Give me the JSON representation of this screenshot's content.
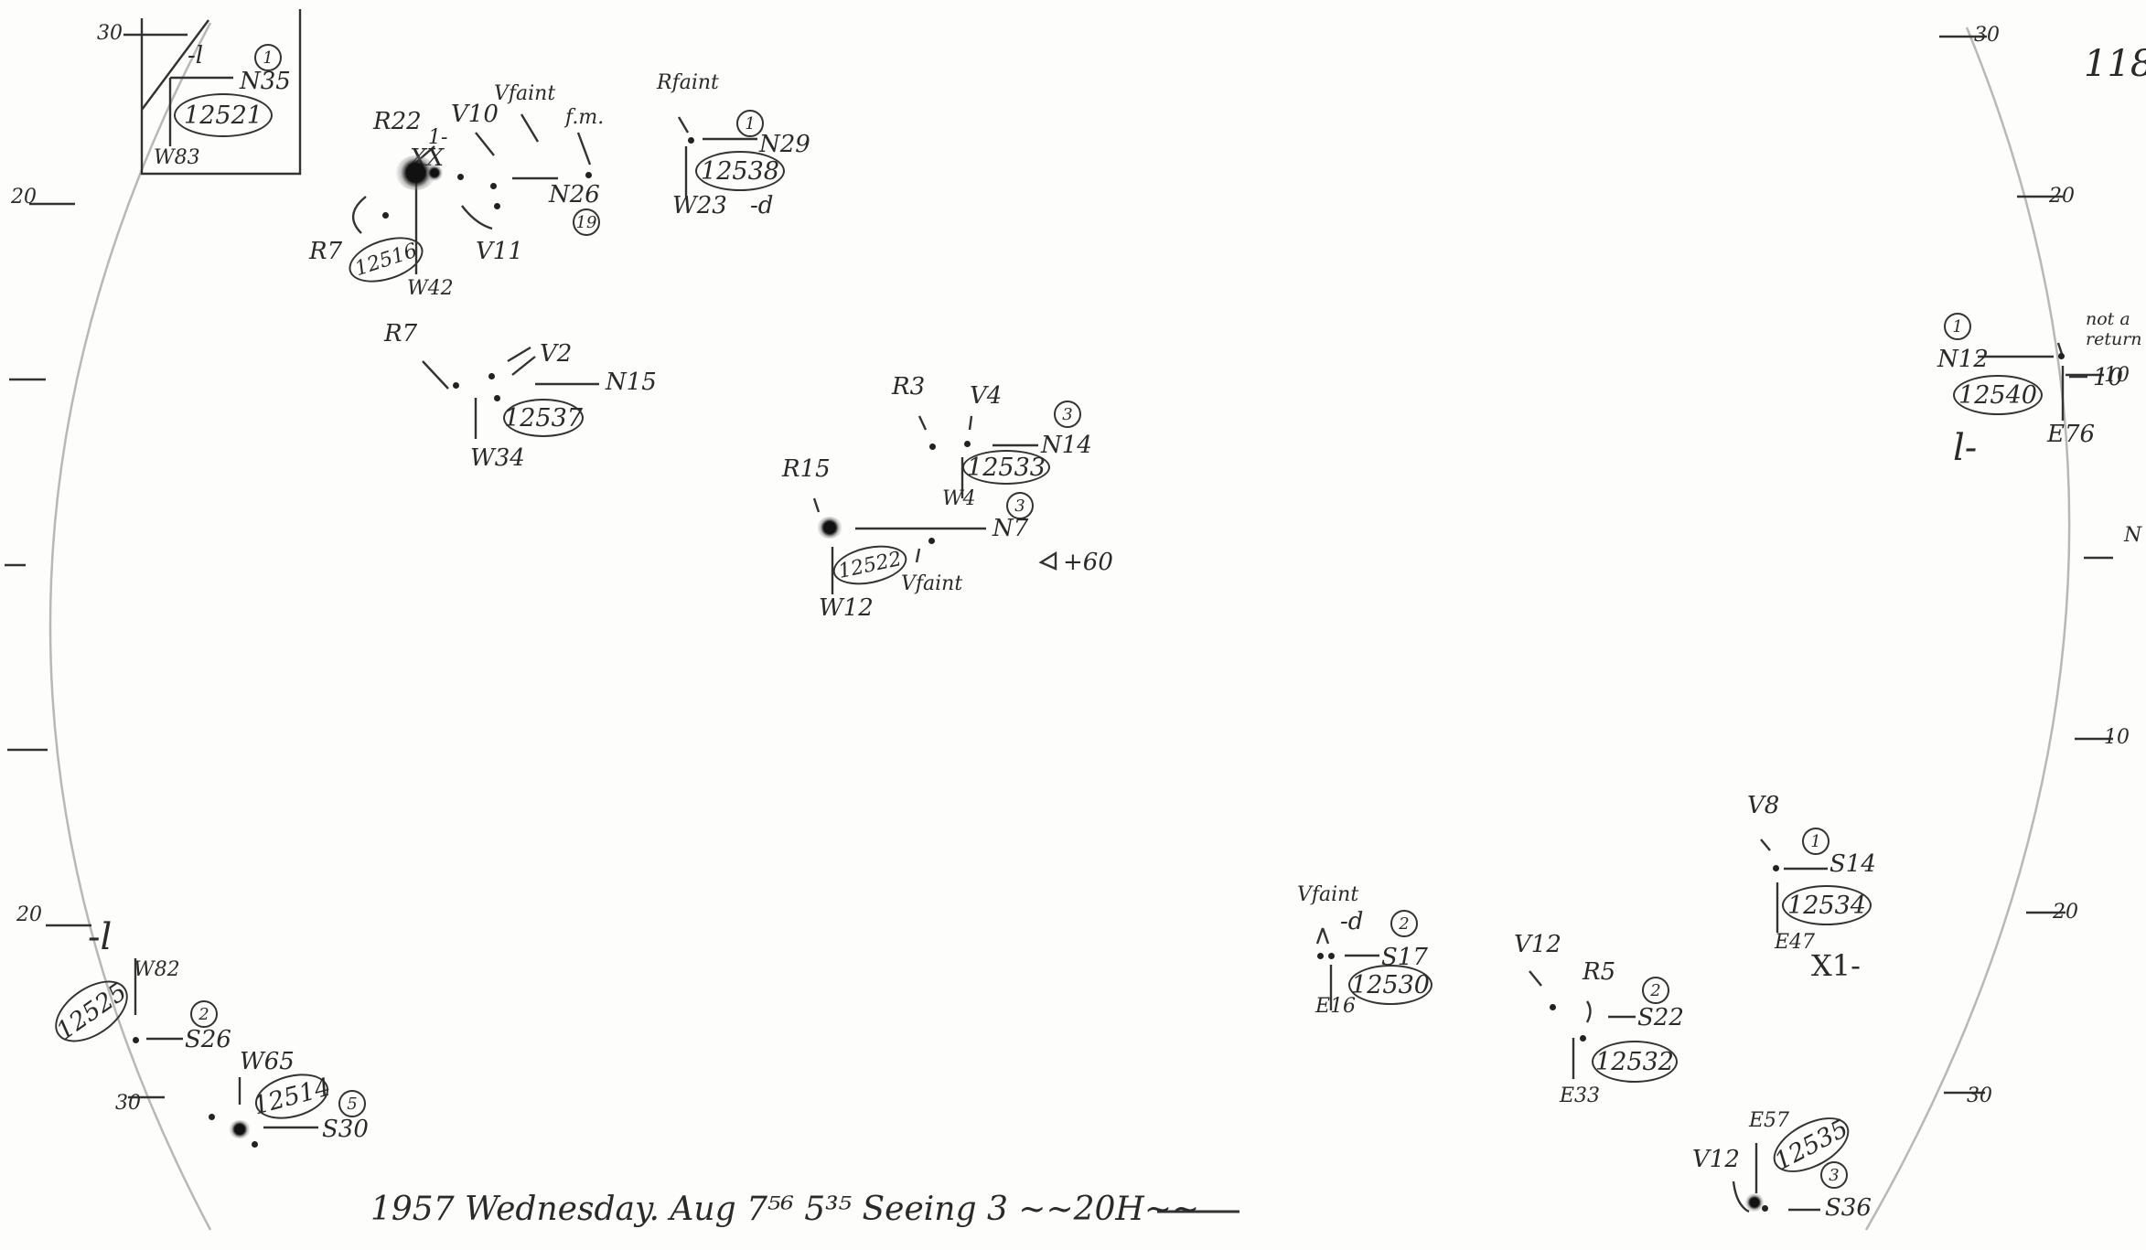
{
  "page_number": "118",
  "footer_note": "1957 Wednesday. Aug 7⁵⁶ 5³⁵ Seeing 3 ~~20H~~",
  "side_note": "not a return",
  "disk_marks": {
    "left": [
      "30",
      "20",
      "20",
      "30"
    ],
    "right": [
      "30",
      "20",
      "10",
      "N",
      "10",
      "20",
      "30"
    ]
  },
  "groups": [
    {
      "id": "12521",
      "class": "1",
      "lat": "N35",
      "lon": "W83",
      "note": "-l"
    },
    {
      "id": "12516",
      "class": "19",
      "lat": "N26",
      "lon": "W42",
      "labels": [
        "R22",
        "XX",
        "1-",
        "V10",
        "Vfaint",
        "f.m.",
        "R7",
        "V11"
      ]
    },
    {
      "id": "12538",
      "class": "1",
      "lat": "N29",
      "lon": "W23",
      "labels": [
        "Rfaint",
        "-d"
      ]
    },
    {
      "id": "12537",
      "lat": "N15",
      "lon": "W34",
      "labels": [
        "R7",
        "V2"
      ]
    },
    {
      "id": "12533",
      "class": "3",
      "lat": "N14",
      "lon": "W4",
      "labels": [
        "R3",
        "V4"
      ]
    },
    {
      "id": "12522",
      "class": "3",
      "lat": "N7",
      "lon": "W12",
      "labels": [
        "R15",
        "Vfaint",
        "+60"
      ]
    },
    {
      "id": "12540",
      "class": "1",
      "lat": "N12",
      "lon": "E76",
      "labels": [
        "l-",
        "10"
      ]
    },
    {
      "id": "12534",
      "class": "1",
      "lat": "S14",
      "lon": "E47",
      "labels": [
        "V8",
        "X1-"
      ]
    },
    {
      "id": "12530",
      "class": "2",
      "lat": "S17",
      "lon": "E16",
      "labels": [
        "Vfaint",
        "-d"
      ]
    },
    {
      "id": "12532",
      "class": "2",
      "lat": "S22",
      "lon": "E33",
      "labels": [
        "V12",
        "R5"
      ]
    },
    {
      "id": "12535",
      "class": "3",
      "lat": "S36",
      "lon": "E57",
      "labels": [
        "V12"
      ]
    },
    {
      "id": "12525",
      "class": "2",
      "lat": "S26",
      "lon": "W82",
      "labels": [
        "-l"
      ]
    },
    {
      "id": "12514",
      "class": "5",
      "lat": "S30",
      "lon": "W65"
    }
  ]
}
